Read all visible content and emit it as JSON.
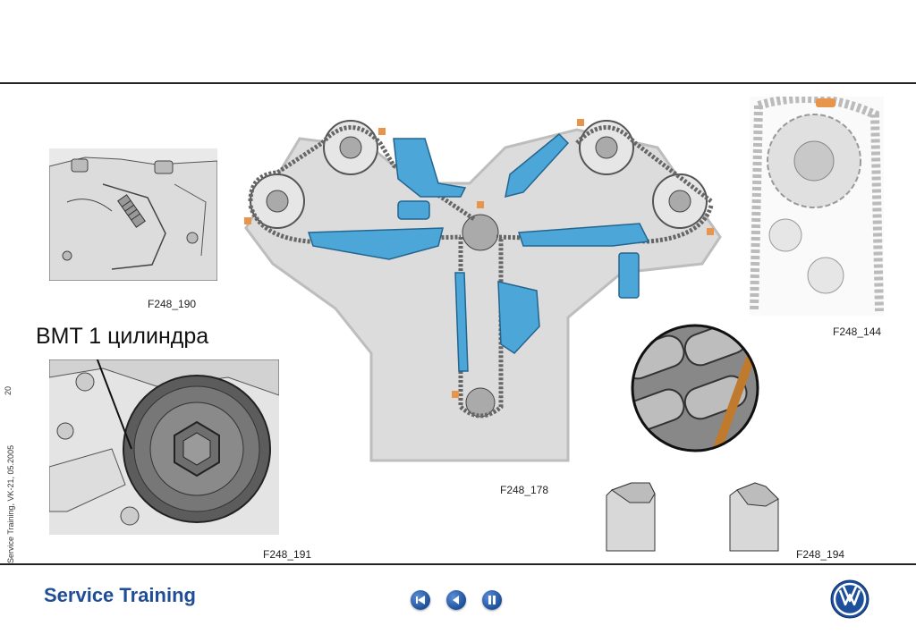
{
  "figures": {
    "f190": "F248_190",
    "f191": "F248_191",
    "f178": "F248_178",
    "f144": "F248_144",
    "f194": "F248_194"
  },
  "label_bmt": "BMT 1 цилиндра",
  "side_text": "Service Training, VK-21, 05.2005",
  "page_number": "20",
  "footer": {
    "brand": "Service Training",
    "nav": [
      "first-page-icon",
      "previous-page-icon",
      "pause-icon"
    ]
  },
  "colors": {
    "accent_blue": "#1f4e96",
    "guide_blue": "#4da6d8",
    "marker_orange": "#e8944a"
  }
}
